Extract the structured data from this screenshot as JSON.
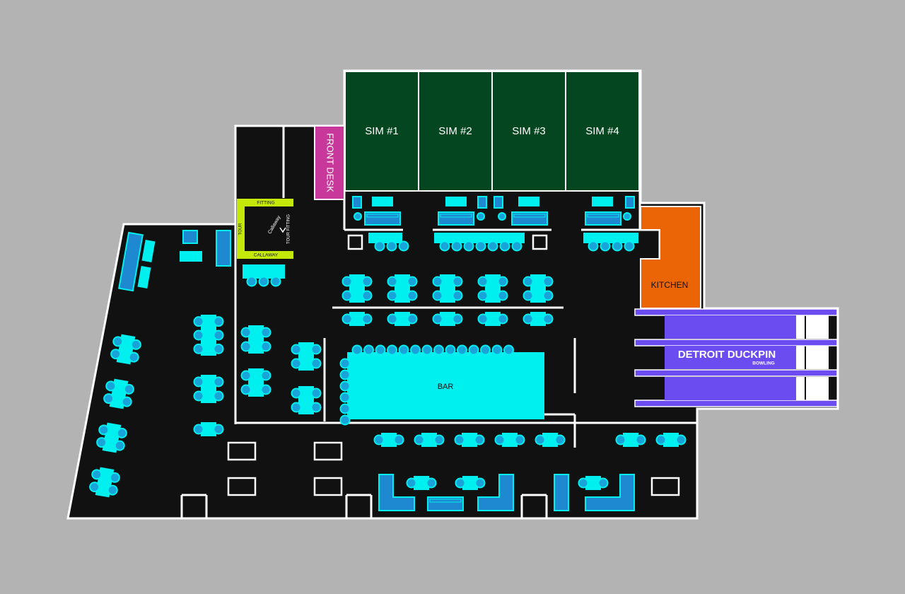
{
  "colors": {
    "background": "#b3b3b3",
    "floor": "#111111",
    "wall": "#ffffff",
    "sim_bay": "#04461f",
    "front_desk": "#c8389a",
    "kitchen": "#eb6405",
    "fitting": "#c4e80a",
    "bowling": "#6a4cf0",
    "furniture": "#00f0f0",
    "seat": "#1aa3d9",
    "sofa": "#1e88d0"
  },
  "sims": [
    {
      "label": "SIM #1"
    },
    {
      "label": "SIM #2"
    },
    {
      "label": "SIM #3"
    },
    {
      "label": "SIM #4"
    }
  ],
  "front_desk": {
    "label": "FRONT DESK"
  },
  "kitchen": {
    "label": "KITCHEN"
  },
  "bar": {
    "label": "BAR"
  },
  "fitting": {
    "top": "FITTING",
    "bottom": "CALLAWAY",
    "left": "TOUR",
    "right": "TOUR FITTING",
    "logo": "Callaway"
  },
  "bowling": {
    "name": "DETROIT DUCKPIN",
    "sub": "BOWLING"
  }
}
